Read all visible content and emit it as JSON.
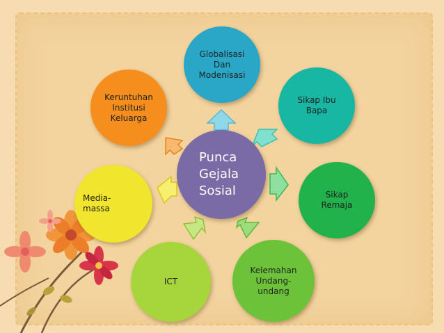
{
  "center": {
    "label": "Punca\nGejala\nSosial",
    "color": "#7a6aa6"
  },
  "nodes": [
    {
      "id": "globalisasi",
      "label": "Globalisasi\nDan\nModenisasi",
      "color": "#2aa7c6"
    },
    {
      "id": "sikap-ibu-bapa",
      "label": "Sikap Ibu\nBapa",
      "color": "#17b7a4"
    },
    {
      "id": "sikap-remaja",
      "label": "Sikap\nRemaja",
      "color": "#21b24c"
    },
    {
      "id": "kelemahan",
      "label": "Kelemahan\nUndang-\nundang",
      "color": "#6cc33a"
    },
    {
      "id": "ict",
      "label": "ICT",
      "color": "#a6d63c"
    },
    {
      "id": "media-massa",
      "label": "Media-\nmassa",
      "color": "#f2e52d"
    },
    {
      "id": "keruntuhan",
      "label": "Keruntuhan\nInstitusi\nKeluarga",
      "color": "#f58e1d"
    }
  ]
}
